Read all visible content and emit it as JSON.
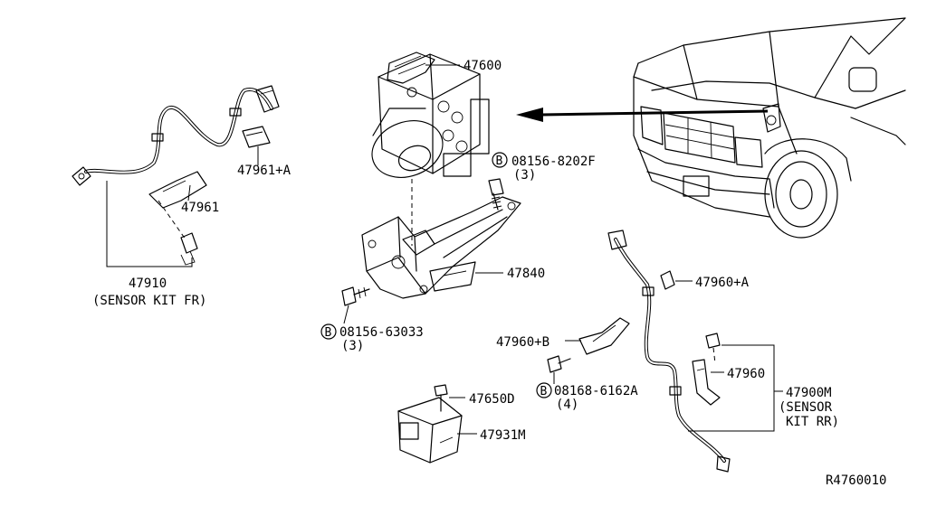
{
  "labels": {
    "p47600": "47600",
    "p08156_8202F": "08156-8202F",
    "p08156_8202F_qty": "(3)",
    "p47840": "47840",
    "p08156_63033": "08156-63033",
    "p08156_63033_qty": "(3)",
    "p47910": "47910",
    "sensor_kit_fr": "(SENSOR KIT FR)",
    "p47961": "47961",
    "p47961A": "47961+A",
    "p47960A": "47960+A",
    "p47960B": "47960+B",
    "p47960": "47960",
    "p08168_6162A": "08168-6162A",
    "p08168_6162A_qty": "(4)",
    "p47900M": "47900M",
    "sensor_kit_rr_1": "(SENSOR",
    "sensor_kit_rr_2": "KIT RR)",
    "p47650D": "47650D",
    "p47931M": "47931M",
    "ref_code": "R4760010"
  },
  "bolt_marker": "B"
}
